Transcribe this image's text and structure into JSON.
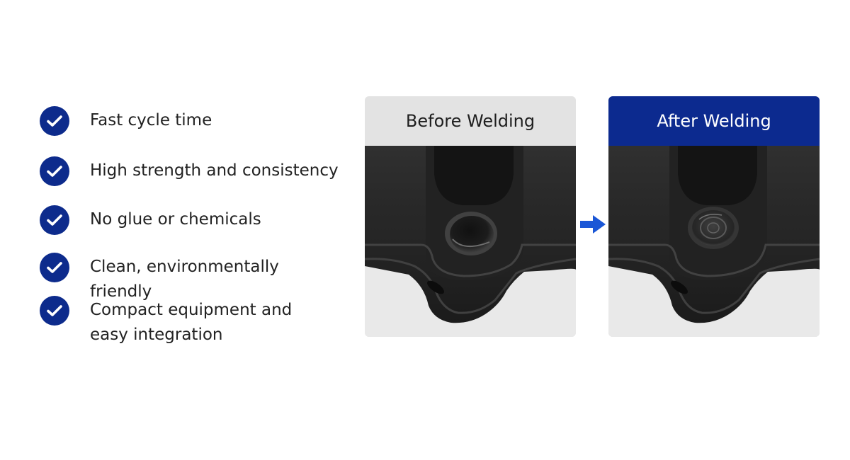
{
  "benefits": [
    {
      "lines": [
        "Fast cycle time"
      ]
    },
    {
      "lines": [
        "High strength and consistency"
      ]
    },
    {
      "lines": [
        "No glue or chemicals"
      ]
    },
    {
      "lines": [
        "Clean, environmentally friendly"
      ]
    },
    {
      "lines": [
        "Compact equipment and",
        "easy integration"
      ]
    }
  ],
  "icons": {
    "check": "check-circle-icon",
    "arrow": "arrow-right-icon"
  },
  "panels": {
    "before": {
      "title": "Before Welding"
    },
    "after": {
      "title": "After Welding"
    }
  },
  "colors": {
    "brand_blue": "#0c2a8f",
    "arrow_blue": "#1a56d6",
    "panel_gray": "#e3e3e3",
    "part_black": "#1a1a1a"
  }
}
